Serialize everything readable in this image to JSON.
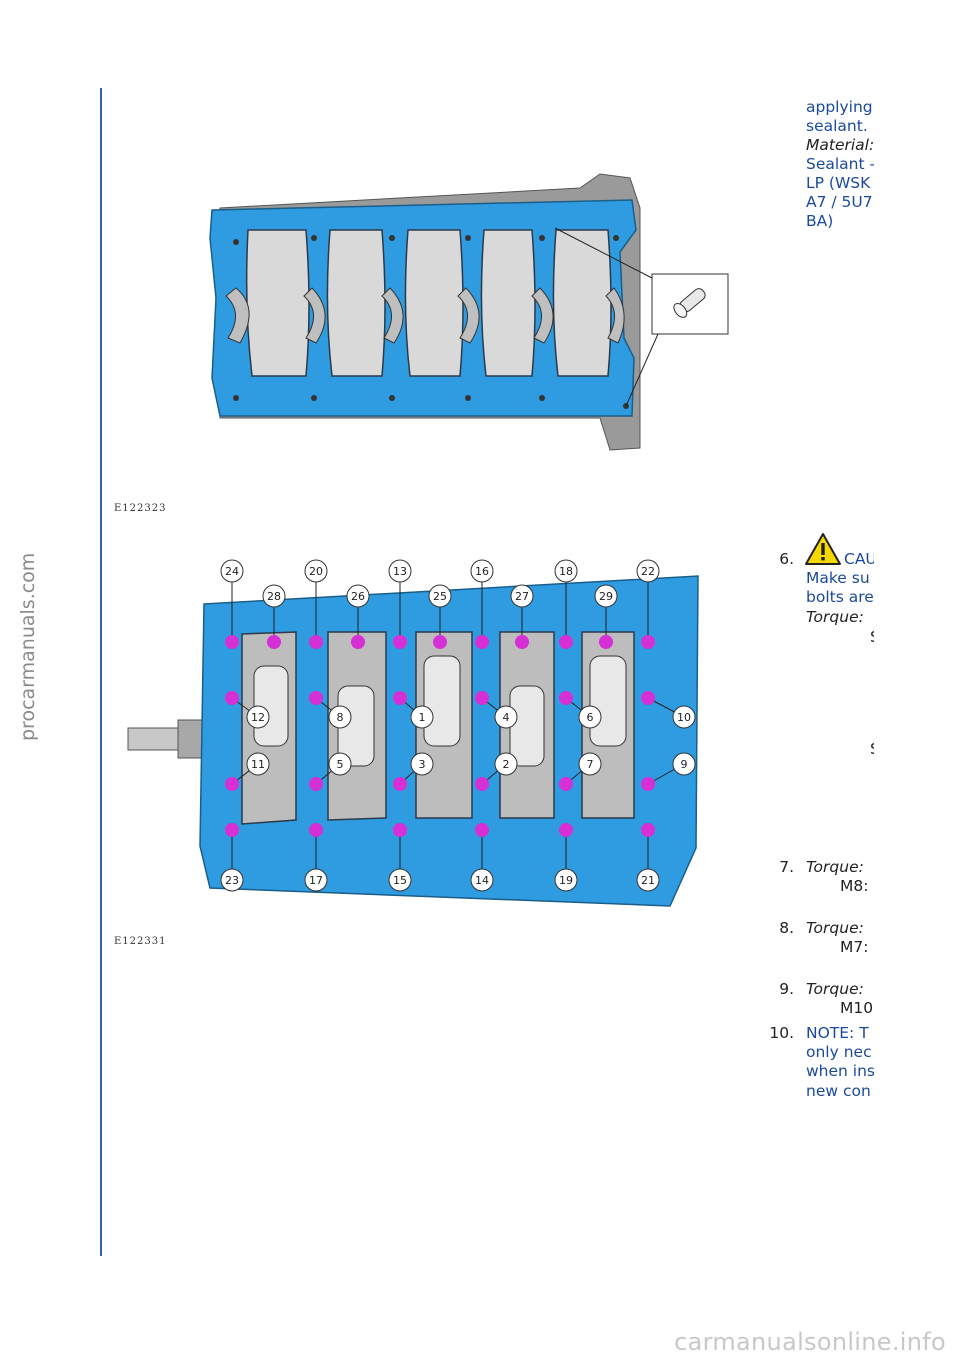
{
  "watermark_left": "procarmanuals.com",
  "watermark_bottom": "carmanualsonline.info",
  "figures": {
    "fig1_caption": "E122323",
    "fig2_caption": "E122331",
    "bolt_labels": [
      "1",
      "2",
      "3",
      "4",
      "5",
      "6",
      "7",
      "8",
      "9",
      "10",
      "11",
      "12",
      "13",
      "14",
      "15",
      "16",
      "17",
      "18",
      "19",
      "20",
      "21",
      "22",
      "23",
      "24",
      "25",
      "26",
      "27",
      "28",
      "29"
    ]
  },
  "text": {
    "l1": "applying",
    "l2": "sealant.",
    "l3": "Material:",
    "l4": "Sealant -",
    "l5": "LP (WSK",
    "l6": "A7 / 5U7",
    "l7": "BA)",
    "s6_num": "6.",
    "s6_caution": "CAU",
    "s6_a": "Make su",
    "s6_b": "bolts are",
    "s6_torque": "Torque:",
    "s6_c": "S",
    "s6_d": "S",
    "s7_num": "7.",
    "s7_torque": "Torque:",
    "s7_val": "M8:",
    "s8_num": "8.",
    "s8_torque": "Torque:",
    "s8_val": "M7:",
    "s9_num": "9.",
    "s9_torque": "Torque:",
    "s9_val": "M10",
    "s10_num": "10.",
    "s10_a": "NOTE: T",
    "s10_b": "only nec",
    "s10_c": "when ins",
    "s10_d": "new con"
  },
  "colors": {
    "block_blue": "#2f9be0",
    "bolt_magenta": "#d62fd6",
    "link_blue": "#1b4a9c",
    "warning_yellow": "#f5d800"
  },
  "icons": [
    "warning-triangle-icon"
  ]
}
